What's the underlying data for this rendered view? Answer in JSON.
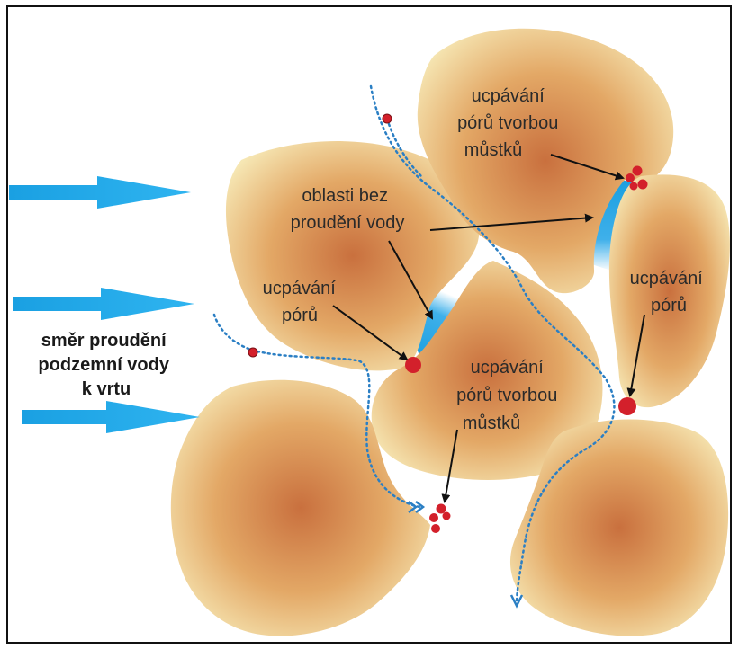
{
  "labels": {
    "bridging_top_1": "ucpávání",
    "bridging_top_2": "pórů tvorbou",
    "bridging_top_3": "můstků",
    "no_flow_1": "oblasti bez",
    "no_flow_2": "proudění vody",
    "clog_left_1": "ucpávání",
    "clog_left_2": "pórů",
    "clog_right_1": "ucpávání",
    "clog_right_2": "pórů",
    "bridging_mid_1": "ucpávání",
    "bridging_mid_2": "pórů tvorbou",
    "bridging_mid_3": "můstků",
    "flow_dir_1": "směr proudění",
    "flow_dir_2": "podzemní vody",
    "flow_dir_3": "k vrtu"
  },
  "colors": {
    "grain_edge": "#f6e7b4",
    "grain_mid": "#e3a866",
    "grain_core": "#c9703e",
    "water_blue": "#1a9fe0",
    "particle_red": "#d3202b",
    "flow_path": "#2b7fc4",
    "arrow_black": "#111111"
  },
  "icons": {
    "flow_arrow": "right-arrow-icon",
    "particle": "circle-icon"
  }
}
